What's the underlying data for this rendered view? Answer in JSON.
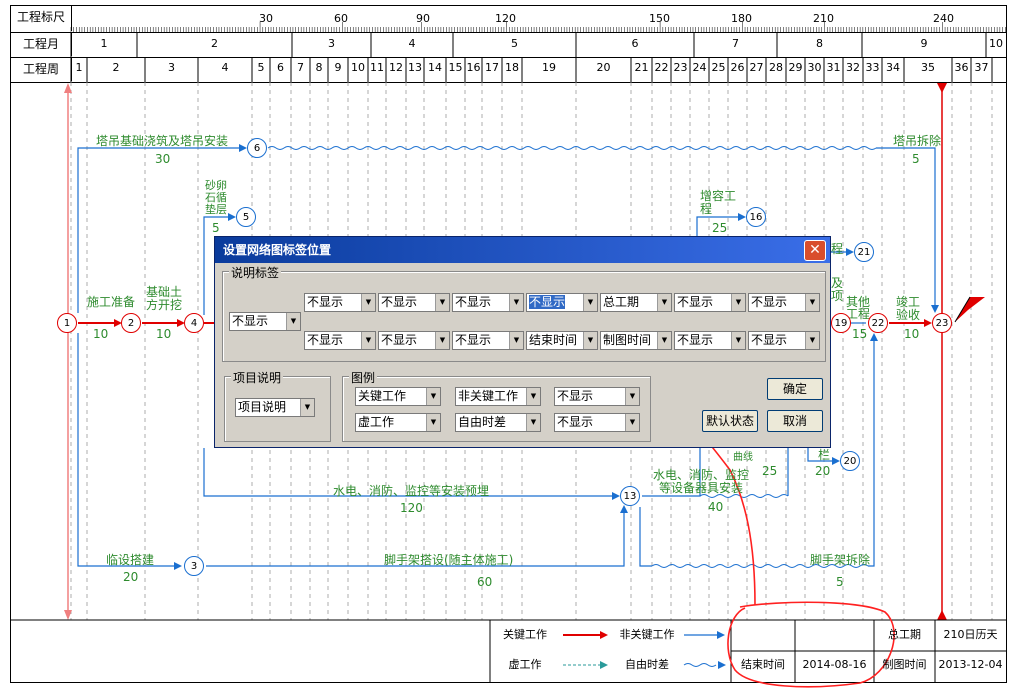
{
  "header": {
    "scale_label": "工程标尺",
    "month_label": "工程月",
    "week_label": "工程周",
    "scale_ticks": [
      "30",
      "60",
      "90",
      "120",
      "150",
      "180",
      "210",
      "240"
    ],
    "months": [
      "1",
      "2",
      "3",
      "4",
      "5",
      "6",
      "7",
      "8",
      "9",
      "10"
    ],
    "weeks": [
      "1",
      "2",
      "3",
      "4",
      "5",
      "6",
      "7",
      "8",
      "9",
      "10",
      "11",
      "12",
      "13",
      "14",
      "15",
      "16",
      "17",
      "18",
      "19",
      "20",
      "21",
      "22",
      "23",
      "24",
      "25",
      "26",
      "27",
      "28",
      "29",
      "30",
      "31",
      "32",
      "33",
      "34",
      "35",
      "36",
      "37"
    ]
  },
  "network": {
    "nodes": [
      "1",
      "2",
      "4",
      "5",
      "6",
      "16",
      "21",
      "19",
      "22",
      "23",
      "20",
      "13",
      "3"
    ],
    "activities": {
      "a1_name": "施工准备",
      "a1_dur": "10",
      "a2_name": "基础土方开挖",
      "a2_dur": "10",
      "a3_name": "塔吊基础浇筑及塔吊安装",
      "a3_dur": "30",
      "a4_name": "塔吊拆除",
      "a4_dur": "5",
      "a5_name": "砂卵石循垫层",
      "a5_dur": "5",
      "a6_name": "增容工程",
      "a6_dur": "25",
      "a7_name": "其他工程",
      "a7_dur": "15",
      "a8_name": "竣工验收",
      "a8_dur": "10",
      "a9_name": "水电、消防、监控等安装预埋",
      "a9_dur": "120",
      "a10_name": "水电、消防、监控等设备器具安装",
      "a10_dur": "40",
      "a11_name": "临设搭建",
      "a11_dur": "20",
      "a12_name": "脚手架搭设(随主体施工)",
      "a12_dur": "60",
      "a13_name": "脚手架拆除",
      "a13_dur": "5",
      "frag_ji": "及",
      "frag_xiang": "项",
      "frag_cheng": "程",
      "frag_lan": "栏",
      "frag_qu": "曲线",
      "d25b": "25",
      "d20": "20"
    }
  },
  "dialog": {
    "title": "设置网络图标签位置",
    "label_group": "说明标签",
    "left_select": "不显示",
    "row1": [
      "不显示",
      "不显示",
      "不显示",
      "不显示",
      "总工期",
      "不显示",
      "不显示"
    ],
    "row2": [
      "不显示",
      "不显示",
      "不显示",
      "结束时间",
      "制图时间",
      "不显示",
      "不显示"
    ],
    "project_group": "项目说明",
    "project_select": "项目说明",
    "legend_group": "图例",
    "legend_row1": [
      "关键工作",
      "非关键工作",
      "不显示"
    ],
    "legend_row2": [
      "虚工作",
      "自由时差",
      "不显示"
    ],
    "ok": "确定",
    "default": "默认状态",
    "cancel": "取消"
  },
  "footer": {
    "key_work": "关键工作",
    "nonkey_work": "非关键工作",
    "dummy_work": "虚工作",
    "free_float": "自由时差",
    "total_label": "总工期",
    "total_value": "210日历天",
    "end_label": "结束时间",
    "end_value": "2014-08-16",
    "draw_label": "制图时间",
    "draw_value": "2013-12-04"
  },
  "colors": {
    "critical": "#e00000",
    "noncritical": "#1a6fd0",
    "text_green": "#2e8b2e",
    "annotation": "#ff2020"
  }
}
